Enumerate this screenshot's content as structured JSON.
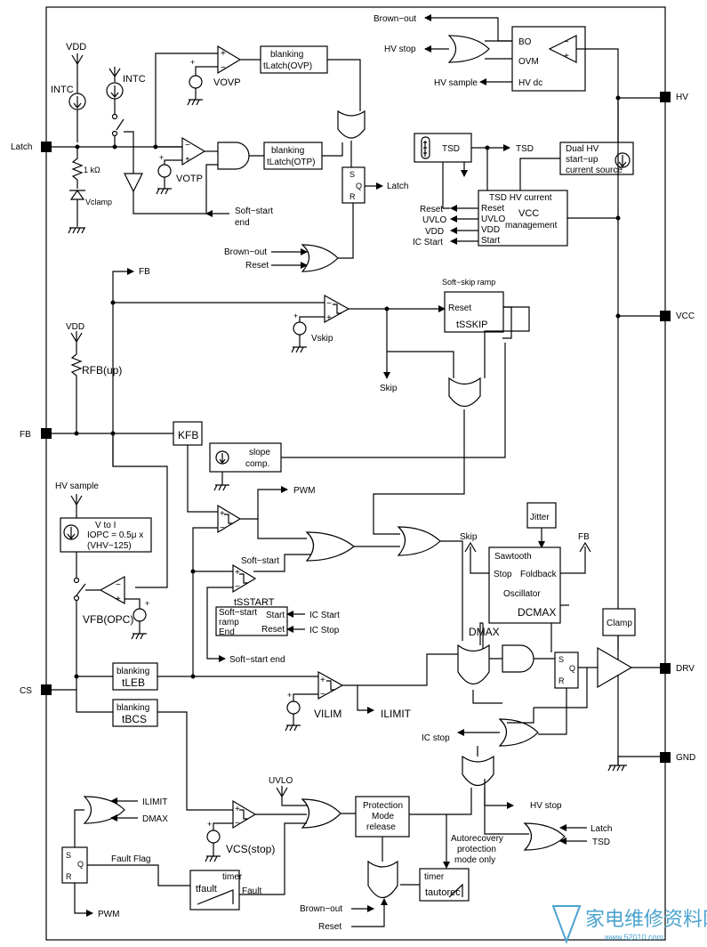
{
  "pins": {
    "latch": "Latch",
    "fb": "FB",
    "cs": "CS",
    "hv": "HV",
    "vcc": "VCC",
    "drv": "DRV",
    "gnd": "GND"
  },
  "labels": {
    "vdd": "VDD",
    "intc": "INTC",
    "intc2": "INTC",
    "r1k": "1 kΩ",
    "vclamp": "Vclamp",
    "vovp": "VOVP",
    "votp": "VOTP",
    "blank_ovp_1": "blanking",
    "blank_ovp_2": "tLatch(OVP)",
    "blank_otp_1": "blanking",
    "blank_otp_2": "tLatch(OTP)",
    "latch_out": "Latch",
    "ss_end_1": "Soft−start",
    "ss_end_2": "end",
    "brownout": "Brown−out",
    "reset": "Reset",
    "hv_stop": "HV stop",
    "hv_sample": "HV sample",
    "bo": "BO",
    "ovm": "OVM",
    "hvdc": "HV dc",
    "tsd": "TSD",
    "tsd2": "TSD",
    "dual_1": "Dual HV",
    "dual_2": "start−up",
    "dual_3": "current source",
    "vccm_tsd": "TSD HV current",
    "vccm_reset": "Reset",
    "vccm_uvlo": "UVLO",
    "vccm_vdd": "VDD",
    "vccm_start": "Start",
    "vccm_title": "VCC",
    "vccm_mgmt": "management",
    "out_reset": "Reset",
    "out_uvlo": "UVLO",
    "out_vdd": "VDD",
    "out_icstart": "IC Start",
    "fb_top": "FB",
    "ss_ramp_title": "Soft−skip ramp",
    "ss_reset": "Reset",
    "tsskip": "tSSKIP",
    "vskip": "Vskip",
    "skip": "Skip",
    "vdd2": "VDD",
    "rfbup": "RFB(up)",
    "kfb": "KFB",
    "slope_1": "slope",
    "slope_2": "comp.",
    "hv_sample2": "HV sample",
    "vtoi_1": "V to I",
    "vtoi_2": "IOPC = 0.5μ x",
    "vtoi_3": "(VHV−125)",
    "vfbopc": "VFB(OPC)",
    "pwm": "PWM",
    "softstart": "Soft−start",
    "tsstart": "tSSTART",
    "ssr_1": "Soft−start",
    "ssr_2": "ramp",
    "ssr_end": "End",
    "ssr_start": "Start",
    "ssr_reset": "Reset",
    "ic_start": "IC Start",
    "ic_stop": "IC Stop",
    "ss_end_out": "Soft−start end",
    "jitter": "Jitter",
    "skip2": "Skip",
    "fb3": "FB",
    "sawtooth": "Sawtooth",
    "stop": "Stop",
    "foldback": "Foldback",
    "oscillator": "Oscillator",
    "dcmax": "DCMAX",
    "dmax": "DMAX",
    "clamp": "Clamp",
    "leb_1": "blanking",
    "leb_2": "tLEB",
    "bcs_1": "blanking",
    "bcs_2": "tBCS",
    "vilim": "VILIM",
    "ilimit": "ILIMIT",
    "ic_stop2": "IC stop",
    "ilimit2": "ILIMIT",
    "dmax2": "DMAX",
    "uvlo2": "UVLO",
    "vcsstop": "VCS(stop)",
    "pmr_1": "Protection",
    "pmr_2": "Mode",
    "pmr_3": "release",
    "hv_stop2": "HV stop",
    "latch3": "Latch",
    "tsd3": "TSD",
    "autorec_1": "Autorecovery",
    "autorec_2": "protection",
    "autorec_3": "mode only",
    "fault_flag": "Fault Flag",
    "timer1": "timer",
    "tfault": "tfault",
    "fault": "Fault",
    "timer2": "timer",
    "tautorec": "tautorec",
    "pwm2": "PWM",
    "brownout2": "Brown−out",
    "reset3": "Reset",
    "sr_s": "S",
    "sr_q": "Q",
    "sr_r": "R"
  },
  "watermark": {
    "text": "家电维修资料网",
    "url": "www.52010.com"
  }
}
